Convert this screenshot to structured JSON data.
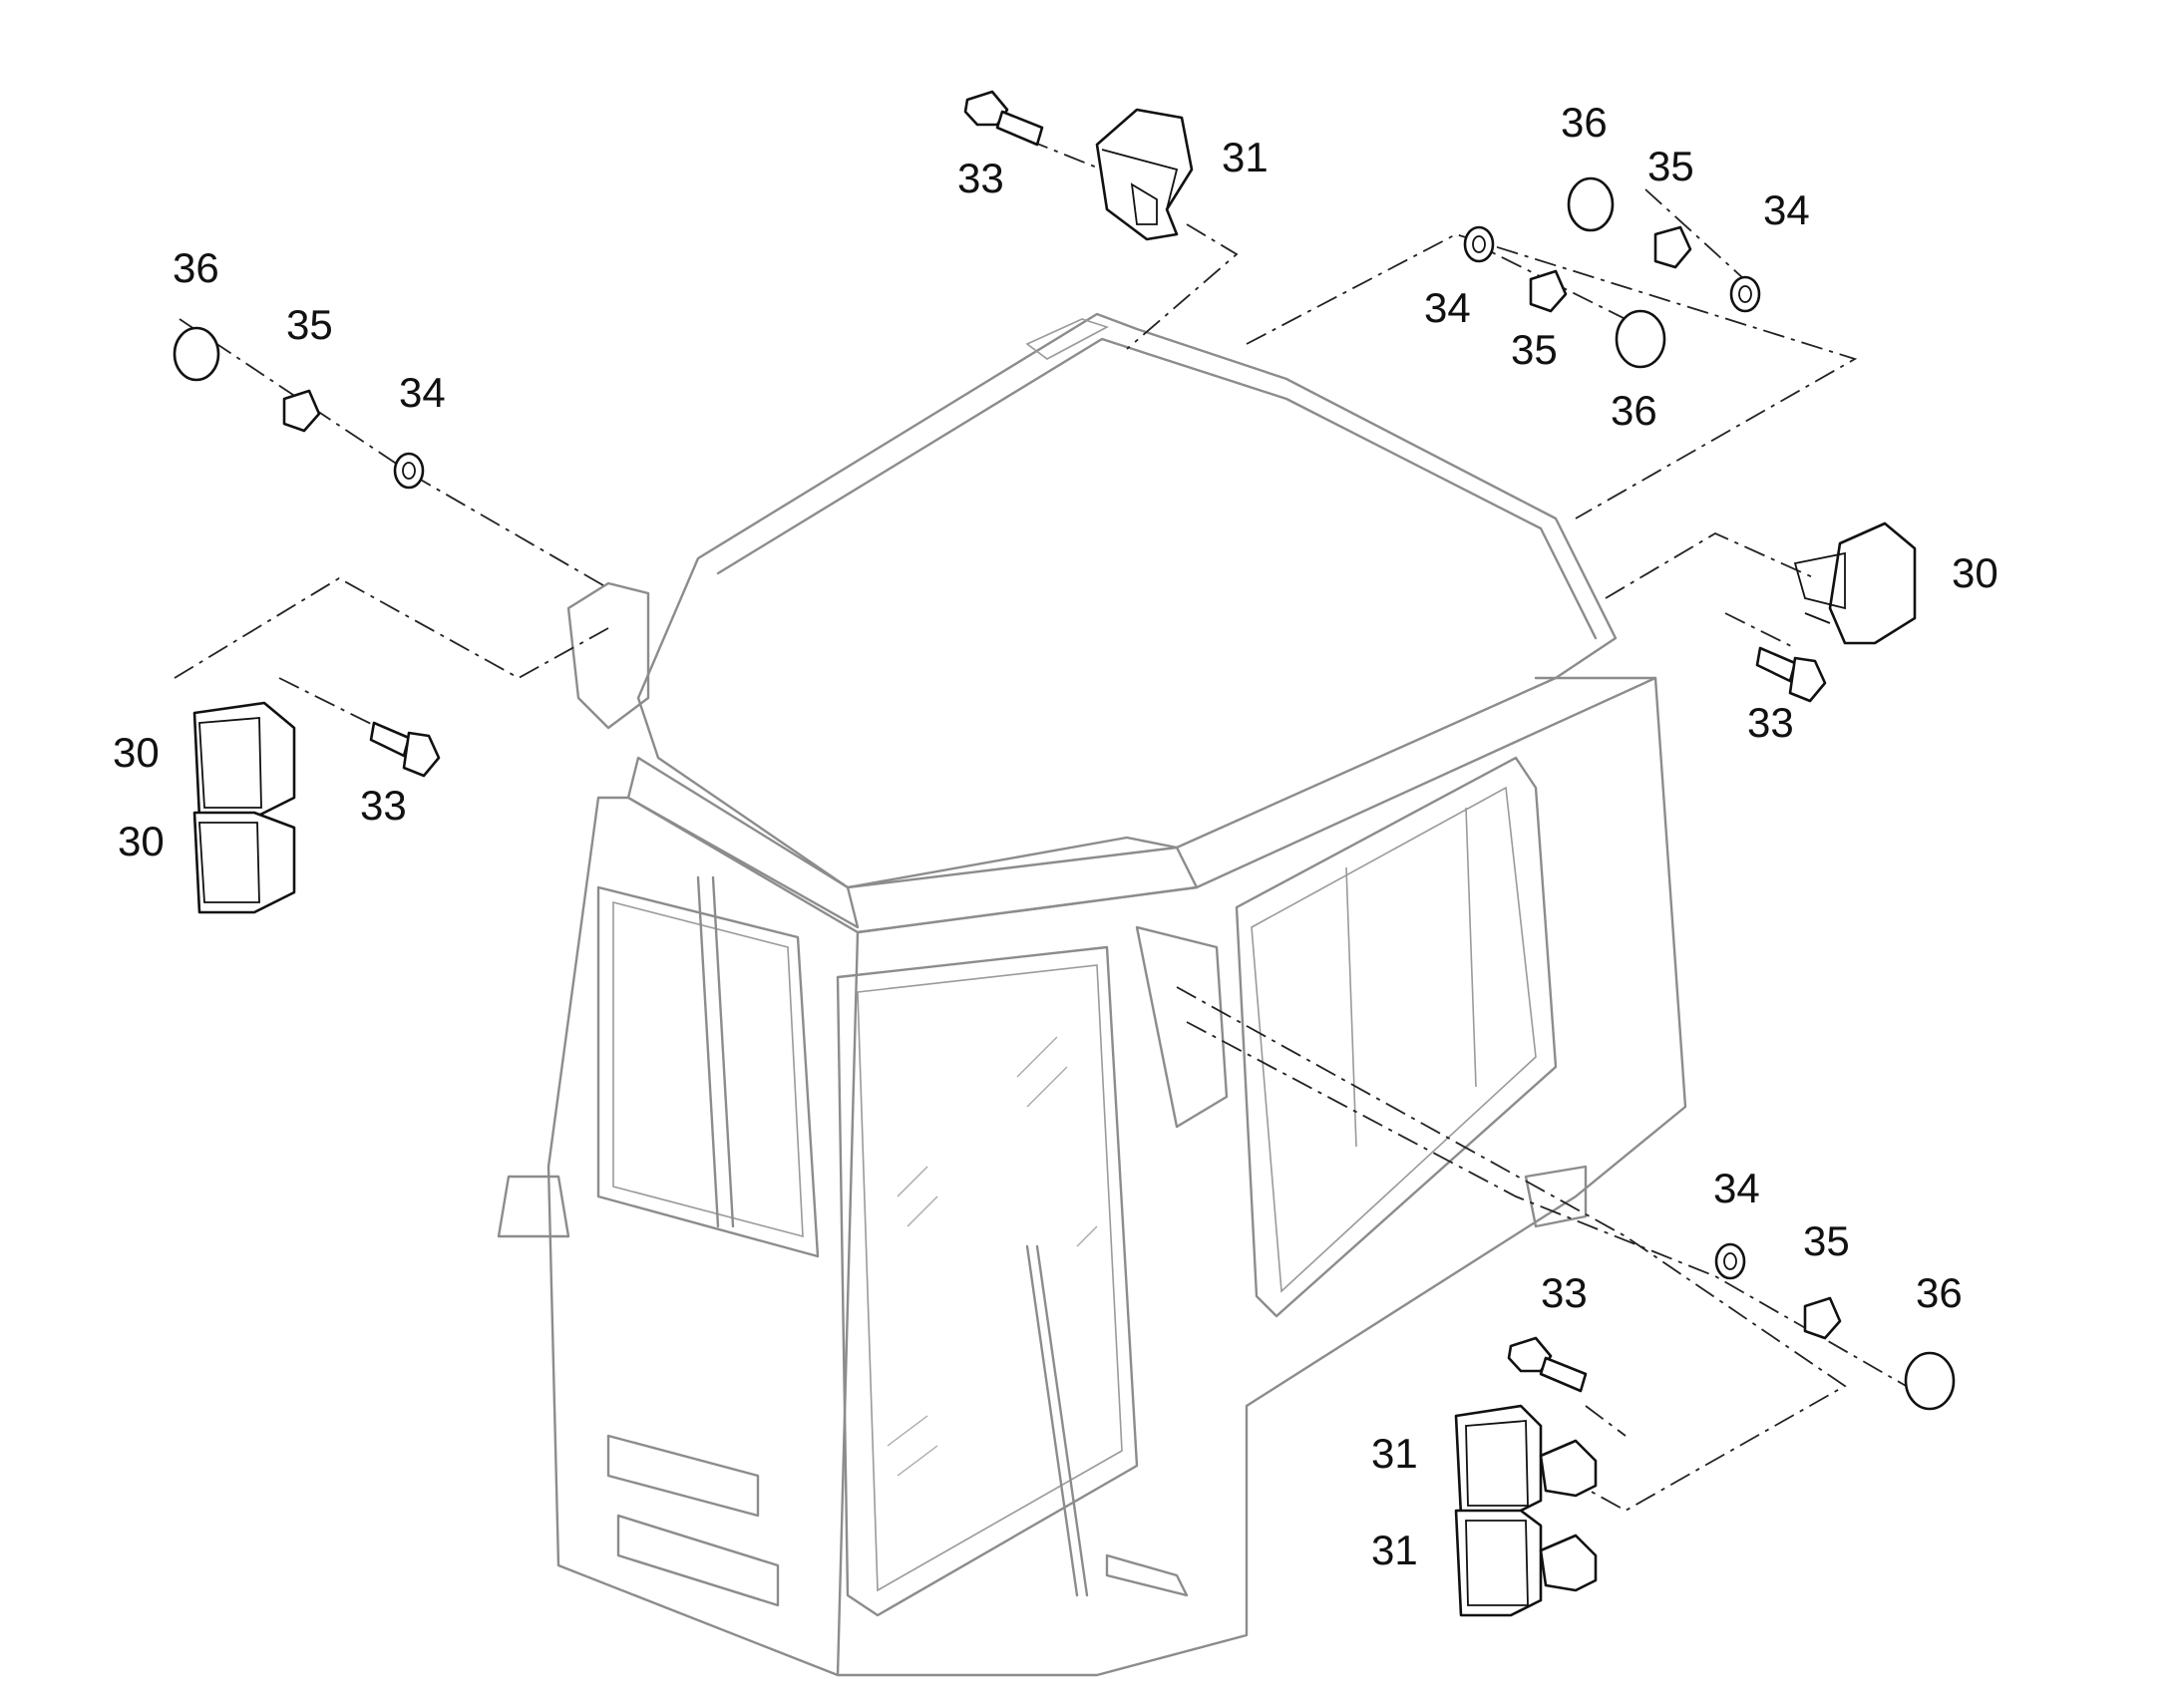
{
  "diagram": {
    "type": "exploded parts view",
    "subject": "operator cab with work lamps",
    "callouts": [
      {
        "id": "c1",
        "text": "31"
      },
      {
        "id": "c2",
        "text": "33"
      },
      {
        "id": "c3",
        "text": "36"
      },
      {
        "id": "c4",
        "text": "35"
      },
      {
        "id": "c5",
        "text": "34"
      },
      {
        "id": "c6",
        "text": "34"
      },
      {
        "id": "c7",
        "text": "35"
      },
      {
        "id": "c8",
        "text": "36"
      },
      {
        "id": "c9",
        "text": "36"
      },
      {
        "id": "c10",
        "text": "35"
      },
      {
        "id": "c11",
        "text": "34"
      },
      {
        "id": "c12",
        "text": "30"
      },
      {
        "id": "c13",
        "text": "33"
      },
      {
        "id": "c14",
        "text": "30"
      },
      {
        "id": "c15",
        "text": "30"
      },
      {
        "id": "c16",
        "text": "33"
      },
      {
        "id": "c17",
        "text": "34"
      },
      {
        "id": "c18",
        "text": "35"
      },
      {
        "id": "c19",
        "text": "36"
      },
      {
        "id": "c20",
        "text": "33"
      },
      {
        "id": "c21",
        "text": "31"
      },
      {
        "id": "c22",
        "text": "31"
      }
    ]
  }
}
